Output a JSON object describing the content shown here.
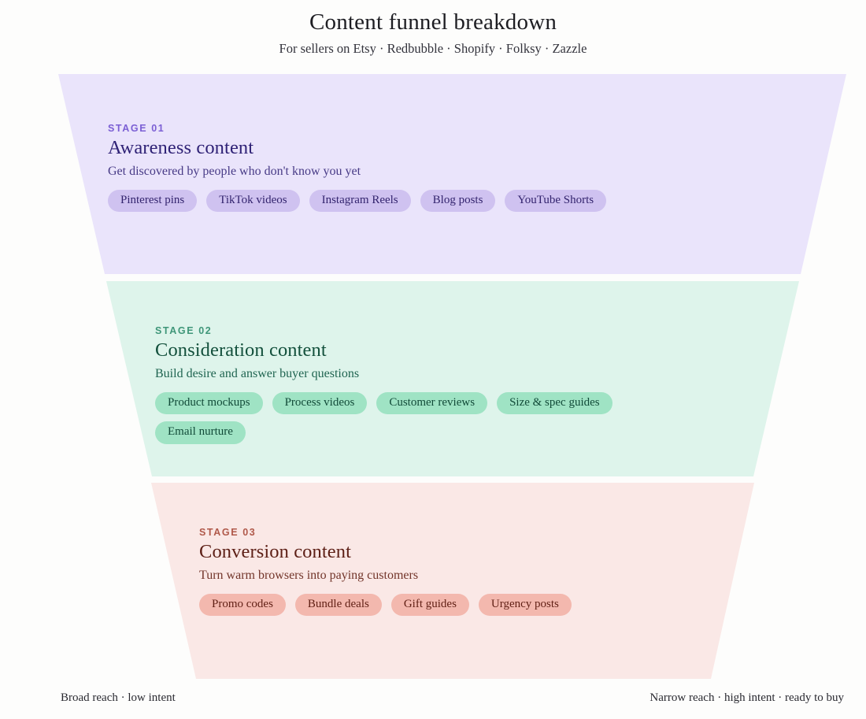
{
  "header": {
    "title": "Content funnel breakdown",
    "subtitle": "For sellers on Etsy · Redbubble · Shopify · Folksy · Zazzle"
  },
  "funnel": {
    "stages": [
      {
        "label": "STAGE 01",
        "title": "Awareness content",
        "description": "Get discovered by people who don't know you yet",
        "accent": "#7b5fd4",
        "band_color": "#eae4fb",
        "chip_color": "#cfc2f0",
        "chips": [
          "Pinterest pins",
          "TikTok videos",
          "Instagram Reels",
          "Blog posts",
          "YouTube Shorts"
        ]
      },
      {
        "label": "STAGE 02",
        "title": "Consideration content",
        "description": "Build desire and answer buyer questions",
        "accent": "#3f9679",
        "band_color": "#def4eb",
        "chip_color": "#9fe3c4",
        "chips": [
          "Product mockups",
          "Process videos",
          "Customer reviews",
          "Size & spec guides",
          "Email nurture"
        ]
      },
      {
        "label": "STAGE 03",
        "title": "Conversion content",
        "description": "Turn warm browsers into paying customers",
        "accent": "#b0594a",
        "band_color": "#fae8e6",
        "chip_color": "#f3b8ae",
        "chips": [
          "Promo codes",
          "Bundle deals",
          "Gift guides",
          "Urgency posts"
        ]
      }
    ]
  },
  "footer": {
    "left": "Broad reach · low intent",
    "right": "Narrow reach · high intent · ready to buy"
  }
}
